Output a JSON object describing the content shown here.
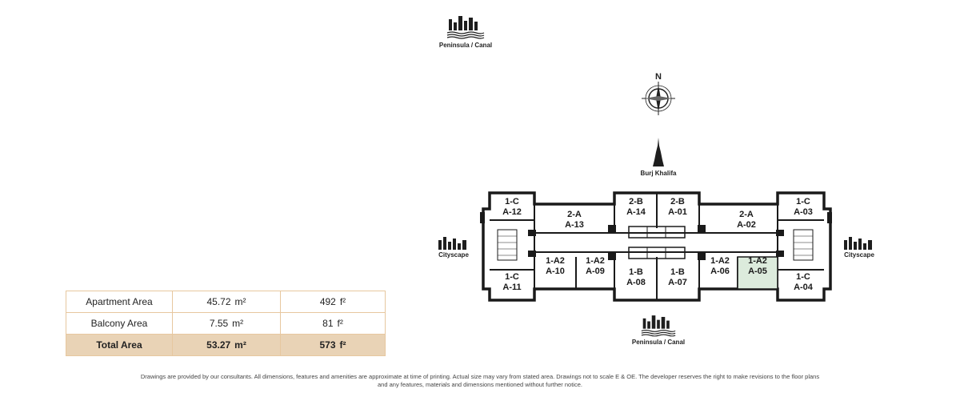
{
  "views": {
    "top": "Peninsula / Canal",
    "bottom": "Peninsula / Canal",
    "left": "Cityscape",
    "right": "Cityscape",
    "landmark": "Burj Khalifa"
  },
  "compass": {
    "north": "N"
  },
  "area_table": {
    "rows": [
      {
        "label": "Apartment Area",
        "m2": "45.72",
        "m2_unit": "m²",
        "ft2": "492",
        "ft2_unit": "f²"
      },
      {
        "label": "Balcony Area",
        "m2": "7.55",
        "m2_unit": "m²",
        "ft2": "81",
        "ft2_unit": "f²"
      },
      {
        "label": "Total Area",
        "m2": "53.27",
        "m2_unit": "m²",
        "ft2": "573",
        "ft2_unit": "f²"
      }
    ]
  },
  "units": [
    {
      "type": "1-C",
      "code": "A-12"
    },
    {
      "type": "2-A",
      "code": "A-13"
    },
    {
      "type": "2-B",
      "code": "A-14"
    },
    {
      "type": "2-B",
      "code": "A-01"
    },
    {
      "type": "2-A",
      "code": "A-02"
    },
    {
      "type": "1-C",
      "code": "A-03"
    },
    {
      "type": "1-C",
      "code": "A-11"
    },
    {
      "type": "1-A2",
      "code": "A-10"
    },
    {
      "type": "1-A2",
      "code": "A-09"
    },
    {
      "type": "1-B",
      "code": "A-08"
    },
    {
      "type": "1-B",
      "code": "A-07"
    },
    {
      "type": "1-A2",
      "code": "A-06"
    },
    {
      "type": "1-A2",
      "code": "A-05"
    },
    {
      "type": "1-C",
      "code": "A-04"
    }
  ],
  "highlighted_unit": "A-05",
  "highlight_color": "#dcebdc",
  "disclaimer": [
    "Drawings are provided by our consultants. All dimensions, features and amenities are approximate at time of printing.  Actual size may vary from stated area. Drawings not to scale E & OE. The developer reserves the right to make revisions to the floor plans",
    "and any features, materials and dimensions mentioned without further notice."
  ]
}
